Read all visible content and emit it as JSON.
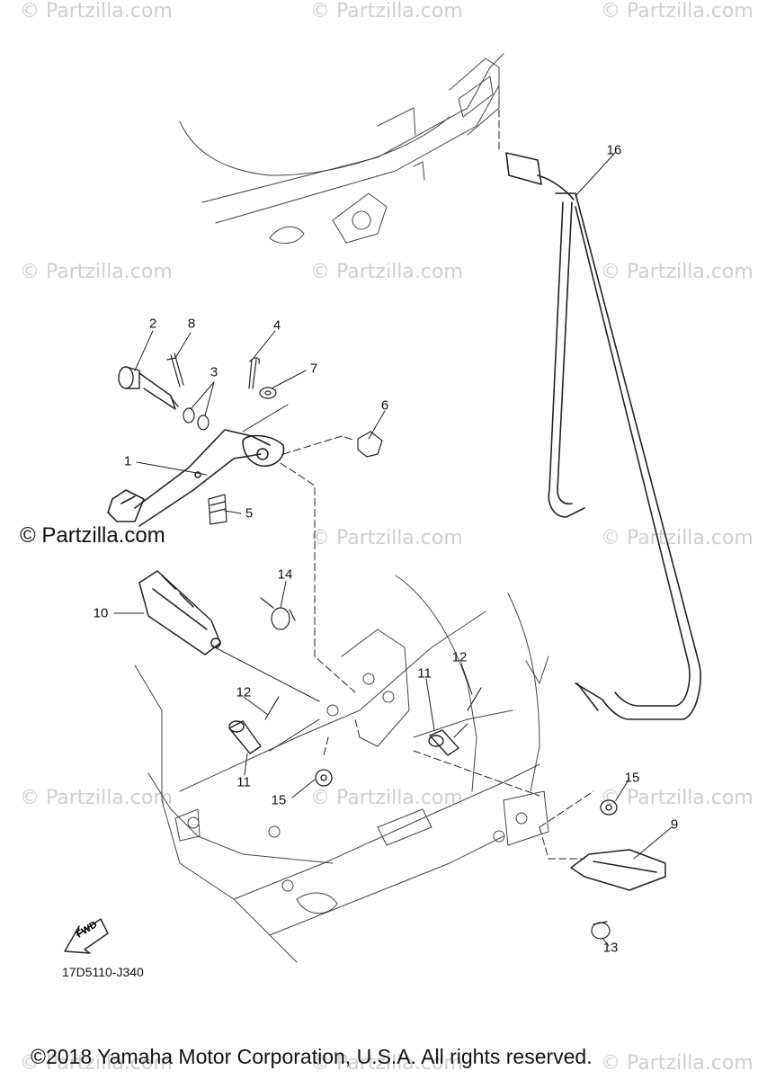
{
  "watermarks": {
    "text": "© Partzilla.com",
    "main": "© Partzilla.com"
  },
  "callouts": {
    "c1": "1",
    "c2": "2",
    "c3": "3",
    "c4": "4",
    "c5": "5",
    "c6": "6",
    "c7": "7",
    "c8": "8",
    "c9": "9",
    "c10": "10",
    "c11a": "11",
    "c11b": "11",
    "c12a": "12",
    "c12b": "12",
    "c13": "13",
    "c14": "14",
    "c15a": "15",
    "c15b": "15",
    "c16": "16"
  },
  "fwd_label": "FWD",
  "diagram_code": "17D5110-J340",
  "copyright": "©2018 Yamaha Motor Corporation, U.S.A. All rights reserved."
}
